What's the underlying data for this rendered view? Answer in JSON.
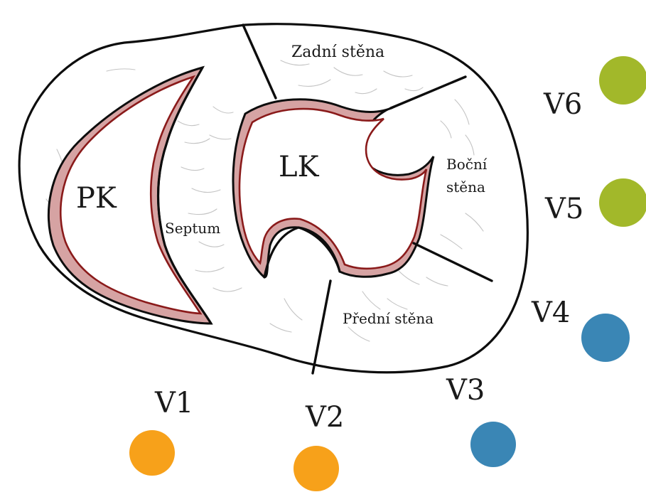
{
  "regions": {
    "right_ventricle": "PK",
    "left_ventricle": "LK",
    "septum": "Septum",
    "posterior_wall": "Zadní stěna",
    "lateral_wall_line1": "Boční",
    "lateral_wall_line2": "stěna",
    "anterior_wall": "Přední stěna"
  },
  "leads": [
    {
      "label": "V1",
      "color": "#f7a11a"
    },
    {
      "label": "V2",
      "color": "#f7a11a"
    },
    {
      "label": "V3",
      "color": "#3a86b5"
    },
    {
      "label": "V4",
      "color": "#3a86b5"
    },
    {
      "label": "V5",
      "color": "#a2b82a"
    },
    {
      "label": "V6",
      "color": "#a2b82a"
    }
  ],
  "colors": {
    "endocardium_fill": "#d6a3a3",
    "endocardium_line": "#8a1a1a",
    "outline": "#0d0d0d",
    "fibers": "#c4c4c4"
  }
}
